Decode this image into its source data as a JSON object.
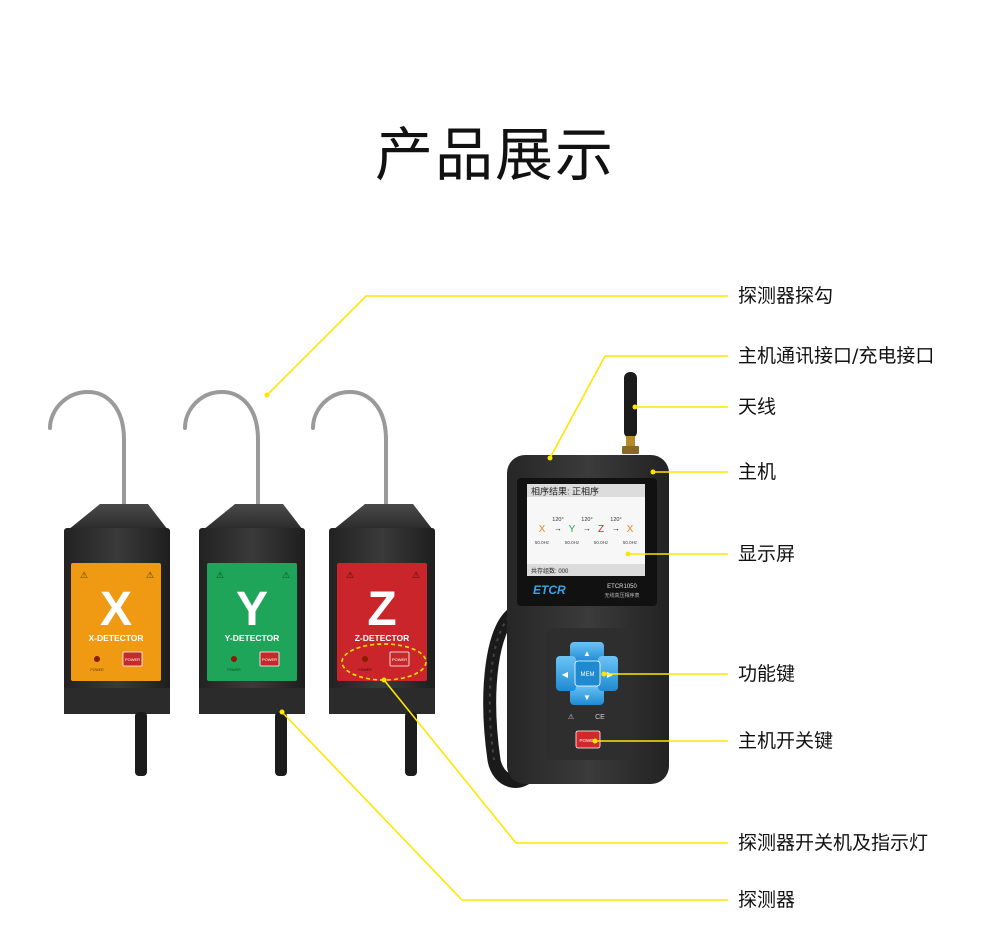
{
  "title": "产品展示",
  "callouts": {
    "probe_hook": "探测器探勾",
    "comm_port": "主机通讯接口/充电接口",
    "antenna": "天线",
    "host": "主机",
    "display": "显示屏",
    "function_keys": "功能键",
    "host_power_key": "主机开关键",
    "detector_power_indicator": "探测器开关机及指示灯",
    "detector": "探测器"
  },
  "detectors": [
    {
      "letter": "X",
      "label": "X-DETECTOR",
      "power": "POWER",
      "led": "POWER",
      "color": "#ef9a12"
    },
    {
      "letter": "Y",
      "label": "Y-DETECTOR",
      "power": "POWER",
      "led": "POWER",
      "color": "#1fa55a"
    },
    {
      "letter": "Z",
      "label": "Z-DETECTOR",
      "power": "POWER",
      "led": "POWER",
      "color": "#c9252b"
    }
  ],
  "screen": {
    "header": "相序结果: 正相序",
    "phases": [
      "X",
      "Y",
      "Z",
      "X"
    ],
    "angles": [
      "120°",
      "120°",
      "120°"
    ],
    "freqs": [
      "50.0Hz",
      "50.0Hz",
      "50.0Hz",
      "50.0Hz"
    ],
    "footer": "共存组数: 000"
  },
  "host": {
    "brand": "ETCR",
    "model": "ETCR1050",
    "subtitle": "无线高压相序表",
    "mem_label": "MEM",
    "power_label": "POWER"
  },
  "colors": {
    "leader_line": "#ffe600",
    "x_orange": "#ef9a12",
    "y_green": "#1fa55a",
    "z_red": "#c9252b",
    "key_blue": "#3aa5e6"
  }
}
